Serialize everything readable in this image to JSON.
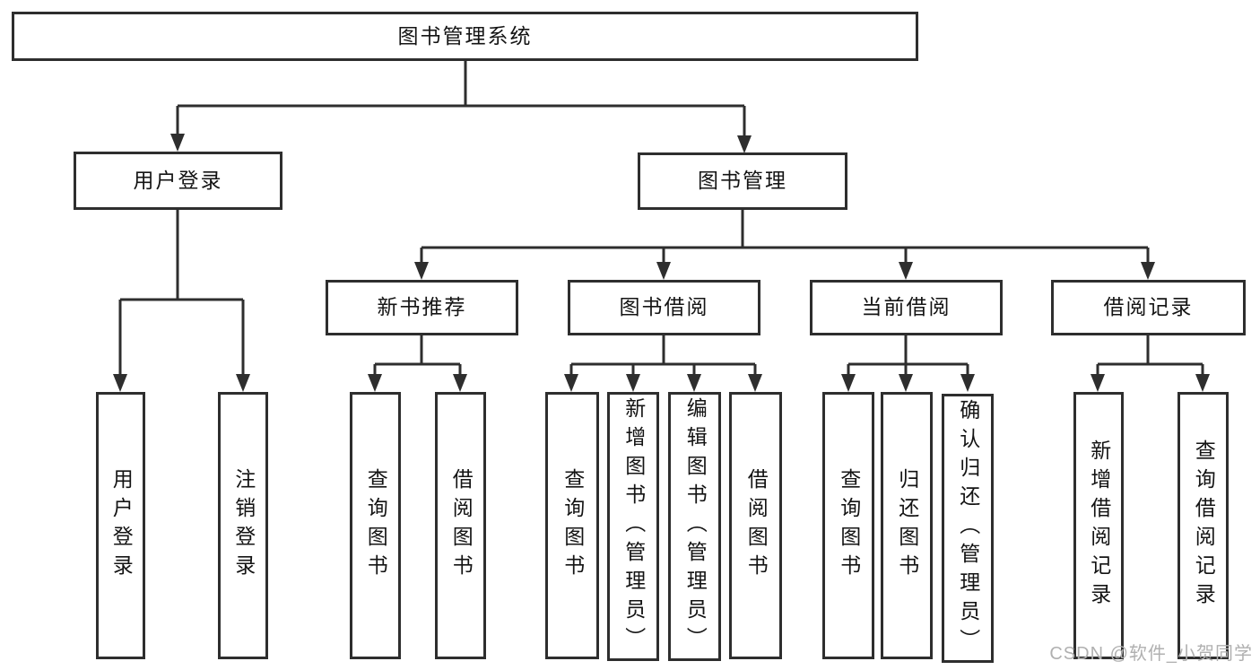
{
  "diagram_title": "图书管理系统",
  "watermark": {
    "text": "CSDN @软件_小贺同学"
  },
  "colors": {
    "line": "#2e2e2e",
    "text": "#141414",
    "background": "#ffffff",
    "watermark": "#b0b0b0"
  },
  "nodes": {
    "root": {
      "label": "图书管理系统"
    },
    "userLogin": {
      "label": "用户登录"
    },
    "bookMgmt": {
      "label": "图书管理"
    },
    "newBooks": {
      "label": "新书推荐"
    },
    "borrow": {
      "label": "图书借阅"
    },
    "current": {
      "label": "当前借阅"
    },
    "records": {
      "label": "借阅记录"
    },
    "leafUserLogin": {
      "label": "用户登录"
    },
    "leafLogout": {
      "label": "注销登录"
    },
    "nbQuery": {
      "label": "查询图书"
    },
    "nbBorrow": {
      "label": "借阅图书"
    },
    "bQuery": {
      "label": "查询图书"
    },
    "bAdd": {
      "label": "新增图书（管理员）"
    },
    "bEdit": {
      "label": "编辑图书（管理员）"
    },
    "bBorrow": {
      "label": "借阅图书"
    },
    "cQuery": {
      "label": "查询图书"
    },
    "cReturn": {
      "label": "归还图书"
    },
    "cConfirm": {
      "label": "确认归还（管理员）"
    },
    "rAdd": {
      "label": "新增借阅记录"
    },
    "rQuery": {
      "label": "查询借阅记录"
    }
  },
  "hierarchy": {
    "root": "图书管理系统",
    "children": [
      {
        "name": "用户登录",
        "children": [
          "用户登录",
          "注销登录"
        ]
      },
      {
        "name": "图书管理",
        "children": [
          {
            "name": "新书推荐",
            "children": [
              "查询图书",
              "借阅图书"
            ]
          },
          {
            "name": "图书借阅",
            "children": [
              "查询图书",
              "新增图书（管理员）",
              "编辑图书（管理员）",
              "借阅图书"
            ]
          },
          {
            "name": "当前借阅",
            "children": [
              "查询图书",
              "归还图书",
              "确认归还（管理员）"
            ]
          },
          {
            "name": "借阅记录",
            "children": [
              "新增借阅记录",
              "查询借阅记录"
            ]
          }
        ]
      }
    ]
  }
}
